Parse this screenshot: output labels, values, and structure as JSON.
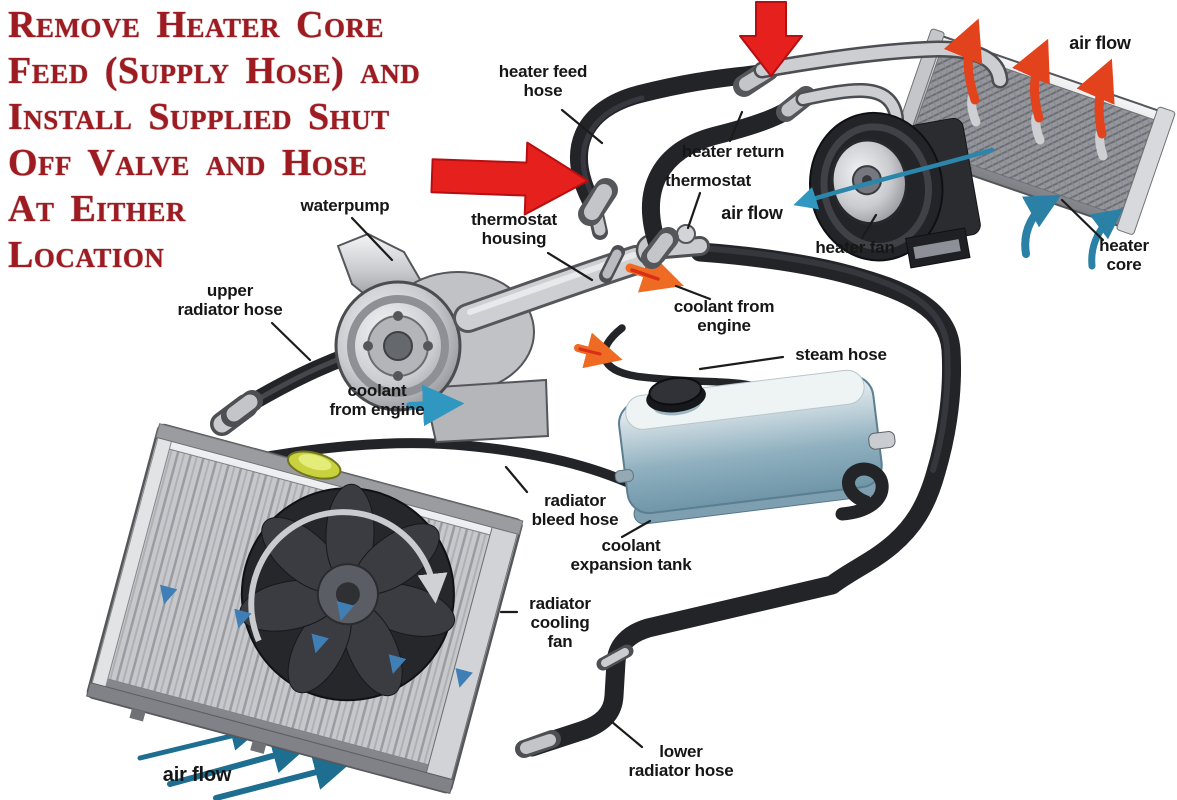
{
  "instruction": {
    "lines": [
      "Remove Heater Core",
      "Feed (Supply Hose) and",
      "Install Supplied Shut",
      "Off Valve and Hose",
      "At Either",
      "Location"
    ],
    "color": "#9e1c21"
  },
  "labels": [
    {
      "id": "heater-feed-hose",
      "text": "heater feed\nhose"
    },
    {
      "id": "heater-return",
      "text": "heater return"
    },
    {
      "id": "thermostat",
      "text": "thermostat"
    },
    {
      "id": "air-flow-heater",
      "text": "air flow"
    },
    {
      "id": "heater-fan",
      "text": "heater fan"
    },
    {
      "id": "air-flow-core",
      "text": "air flow"
    },
    {
      "id": "heater-core",
      "text": "heater\ncore"
    },
    {
      "id": "waterpump",
      "text": "waterpump"
    },
    {
      "id": "thermostat-housing",
      "text": "thermostat\nhousing"
    },
    {
      "id": "upper-radiator-hose",
      "text": "upper\nradiator hose"
    },
    {
      "id": "coolant-from-engine-thermostat",
      "text": "coolant from\nengine"
    },
    {
      "id": "steam-hose",
      "text": "steam hose"
    },
    {
      "id": "coolant-from-engine-pump",
      "text": "coolant\nfrom engine"
    },
    {
      "id": "radiator-bleed-hose",
      "text": "radiator\nbleed hose"
    },
    {
      "id": "coolant-expansion-tank",
      "text": "coolant\nexpansion tank"
    },
    {
      "id": "radiator-cooling-fan",
      "text": "radiator\ncooling\nfan"
    },
    {
      "id": "lower-radiator-hose",
      "text": "lower\nradiator hose"
    },
    {
      "id": "air-flow-intake",
      "text": "air flow"
    }
  ],
  "icons": {
    "red_arrow_down": "block arrow marking heater feed hose connection",
    "red_arrow_right": "block arrow marking thermostat housing connection",
    "hot_air_arrows": "red arrows leaving heater core",
    "cool_air_arrows": "blue arrows entering heater core",
    "intake_airflow_arrows": "blue darts entering radiator",
    "hot_coolant_arrows": "orange flow arrows",
    "coolant_in_arrow": "blue flow arrow into waterpump",
    "fan_rotation_arrow": "grey swirl on radiator fan"
  },
  "colors": {
    "instruction_text": "#9e1c21",
    "label_text": "#161616",
    "red_arrow": "#e6201d",
    "hot_arrow": "#ef6a22",
    "cool_air_arrow": "#2a80a5",
    "intake_air_arrow": "#1d6e91",
    "hose_black": "#232428",
    "tank_blue": "#8fb0bf",
    "metal_silver": "#c6c8cc",
    "background": "#ffffff"
  }
}
